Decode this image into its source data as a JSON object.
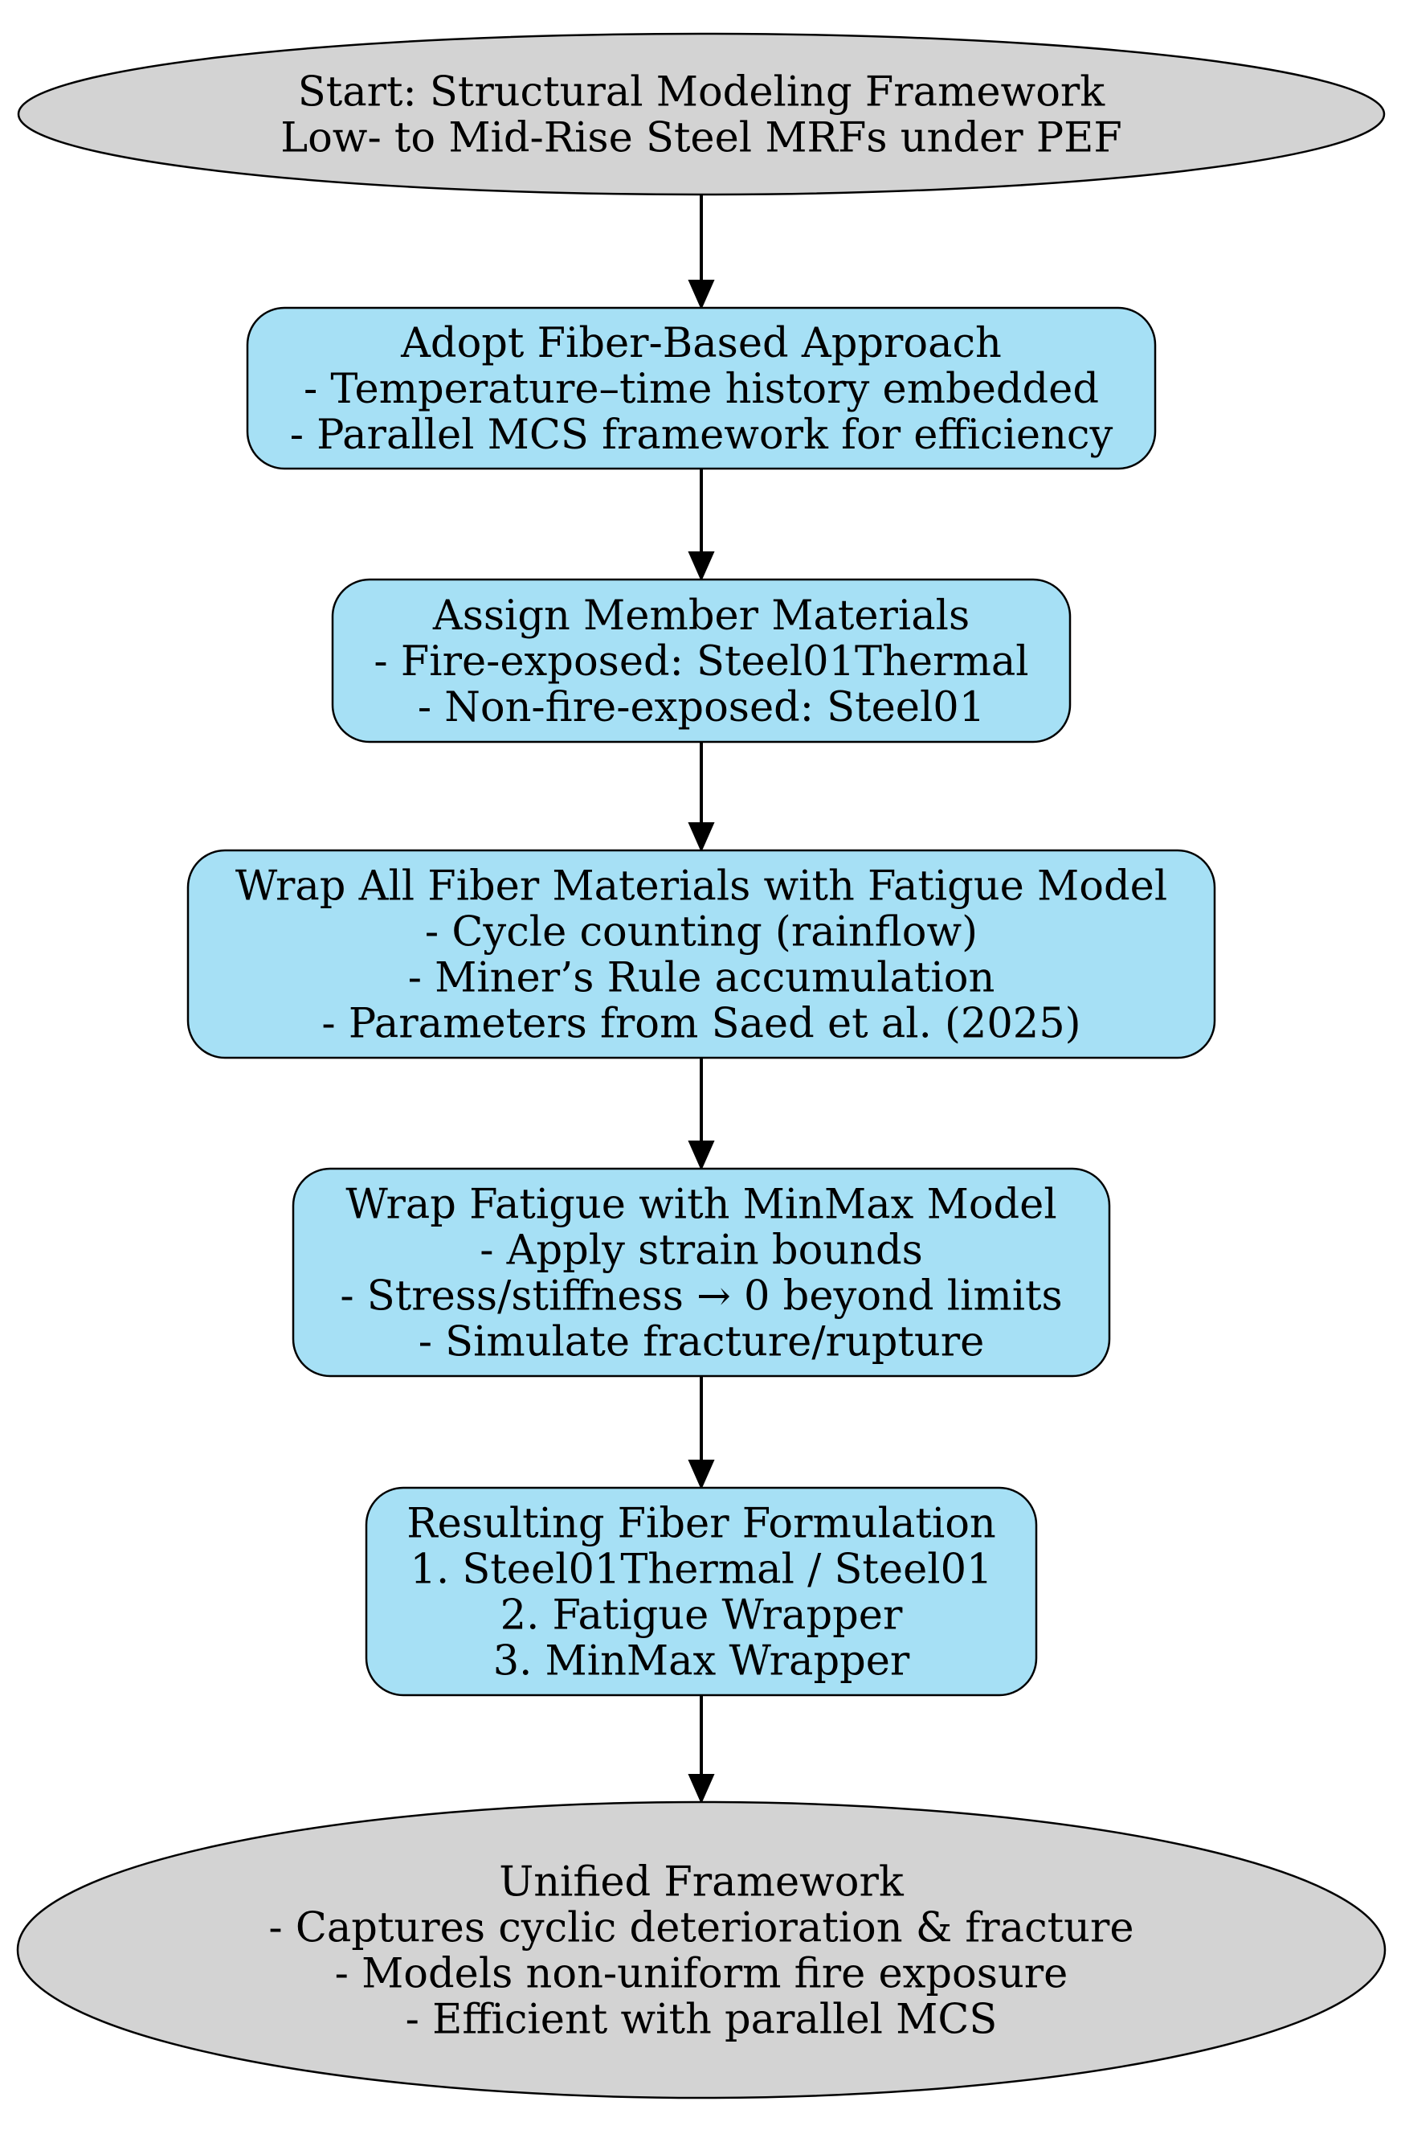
{
  "diagram": {
    "colors": {
      "terminal_fill": "#d3d3d3",
      "process_fill": "#a6e0f5",
      "stroke": "#000000",
      "text": "#000000"
    },
    "nodes": [
      {
        "id": "start",
        "shape": "ellipse",
        "lines": [
          "Start: Structural Modeling Framework",
          "Low- to Mid-Rise Steel MRFs under PEF"
        ]
      },
      {
        "id": "fiber-approach",
        "shape": "rounded-rect",
        "lines": [
          "Adopt Fiber-Based Approach",
          "- Temperature–time history embedded",
          "- Parallel MCS framework for efficiency"
        ]
      },
      {
        "id": "member-materials",
        "shape": "rounded-rect",
        "lines": [
          "Assign Member Materials",
          "- Fire-exposed: Steel01Thermal",
          "- Non-fire-exposed: Steel01"
        ]
      },
      {
        "id": "fatigue-model",
        "shape": "rounded-rect",
        "lines": [
          "Wrap All Fiber Materials with Fatigue Model",
          "- Cycle counting (rainflow)",
          "- Miner’s Rule accumulation",
          "- Parameters from Saed et al. (2025)"
        ]
      },
      {
        "id": "minmax-model",
        "shape": "rounded-rect",
        "lines": [
          "Wrap Fatigue with MinMax Model",
          "- Apply strain bounds",
          "- Stress/stiffness → 0 beyond limits",
          "- Simulate fracture/rupture"
        ]
      },
      {
        "id": "fiber-formulation",
        "shape": "rounded-rect",
        "lines": [
          "Resulting Fiber Formulation",
          "1. Steel01Thermal / Steel01",
          "2. Fatigue Wrapper",
          "3. MinMax Wrapper"
        ]
      },
      {
        "id": "unified-framework",
        "shape": "ellipse",
        "lines": [
          "Unified Framework",
          "- Captures cyclic deterioration & fracture",
          "- Models non-uniform fire exposure",
          "- Efficient with parallel MCS"
        ]
      }
    ],
    "edges": [
      {
        "from": "start",
        "to": "fiber-approach"
      },
      {
        "from": "fiber-approach",
        "to": "member-materials"
      },
      {
        "from": "member-materials",
        "to": "fatigue-model"
      },
      {
        "from": "fatigue-model",
        "to": "minmax-model"
      },
      {
        "from": "minmax-model",
        "to": "fiber-formulation"
      },
      {
        "from": "fiber-formulation",
        "to": "unified-framework"
      }
    ]
  }
}
